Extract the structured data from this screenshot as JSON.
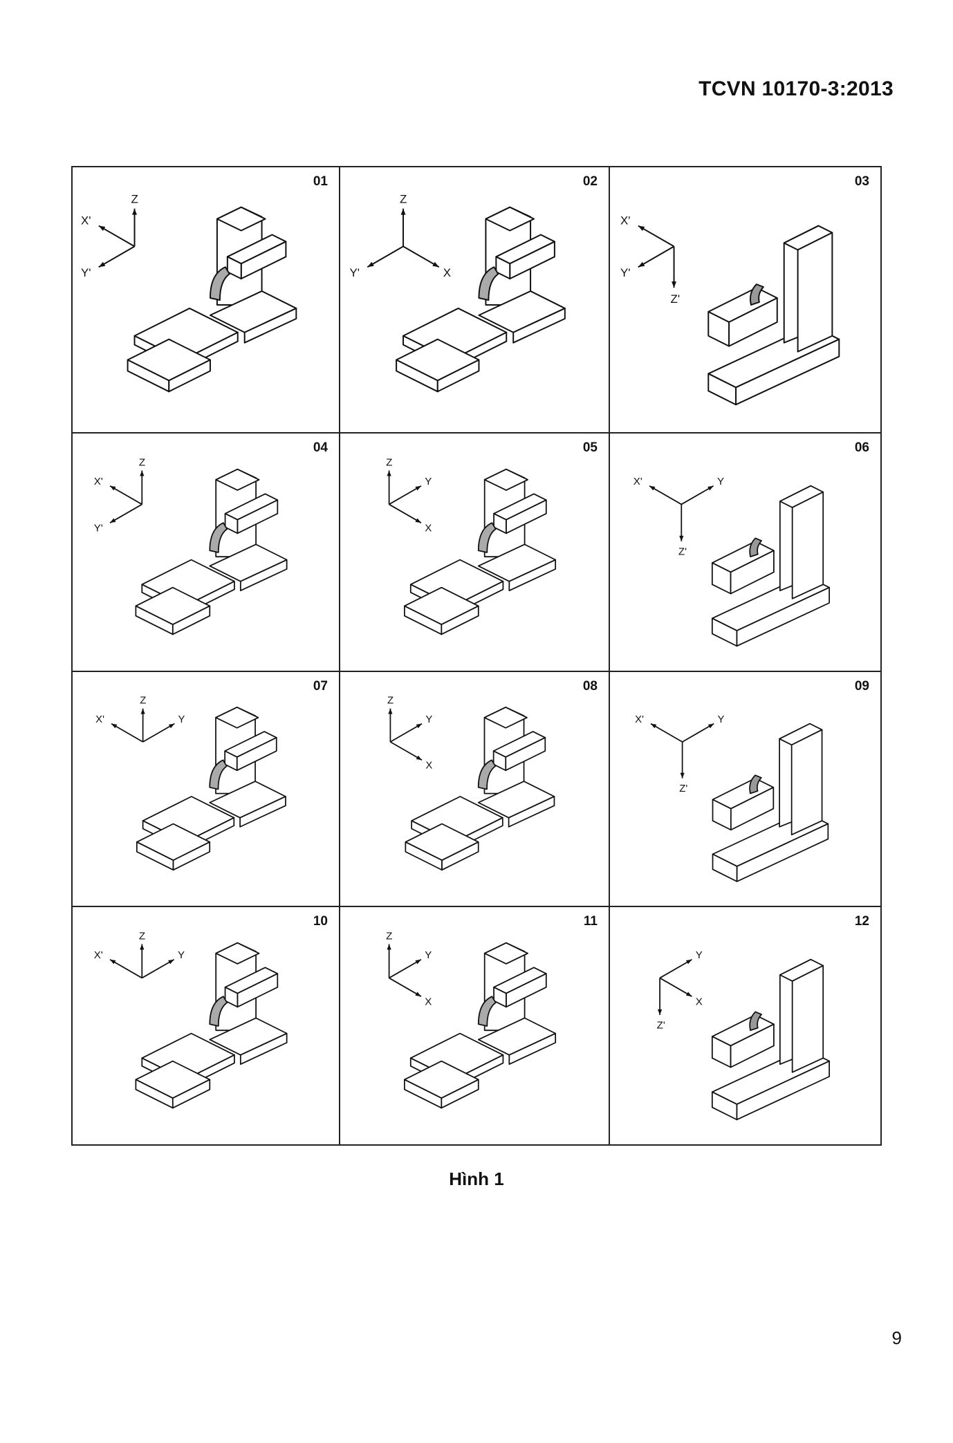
{
  "header": {
    "document_code": "TCVN 10170-3:2013"
  },
  "figure": {
    "caption": "Hình 1",
    "panels": [
      {
        "number": "01",
        "axes": [
          "Z",
          "X'",
          "Y'"
        ],
        "axis_style": "z-up-xprime-yprime"
      },
      {
        "number": "02",
        "axes": [
          "Z",
          "Y'",
          "X"
        ],
        "axis_style": "z-up-yprime-x"
      },
      {
        "number": "03",
        "axes": [
          "X'",
          "Y'",
          "Z'"
        ],
        "axis_style": "zprime-down-xprime-yprime"
      },
      {
        "number": "04",
        "axes": [
          "Z",
          "X'",
          "Y'"
        ],
        "axis_style": "z-up-xprime-yprime"
      },
      {
        "number": "05",
        "axes": [
          "Z",
          "Y",
          "X"
        ],
        "axis_style": "z-up-y-x"
      },
      {
        "number": "06",
        "axes": [
          "X'",
          "Y",
          "Z'"
        ],
        "axis_style": "zprime-down-xprime-y"
      },
      {
        "number": "07",
        "axes": [
          "Z",
          "X'",
          "Y"
        ],
        "axis_style": "z-up-xprime-y"
      },
      {
        "number": "08",
        "axes": [
          "Z",
          "Y",
          "X"
        ],
        "axis_style": "z-up-y-x"
      },
      {
        "number": "09",
        "axes": [
          "X'",
          "Y",
          "Z'"
        ],
        "axis_style": "zprime-down-xprime-y"
      },
      {
        "number": "10",
        "axes": [
          "Z",
          "X'",
          "Y"
        ],
        "axis_style": "z-up-xprime-y"
      },
      {
        "number": "11",
        "axes": [
          "Z",
          "Y",
          "X"
        ],
        "axis_style": "z-up-y-x"
      },
      {
        "number": "12",
        "axes": [
          "Y",
          "X",
          "Z'"
        ],
        "axis_style": "zprime-down-y-x"
      }
    ]
  },
  "footer": {
    "page_number": "9"
  }
}
